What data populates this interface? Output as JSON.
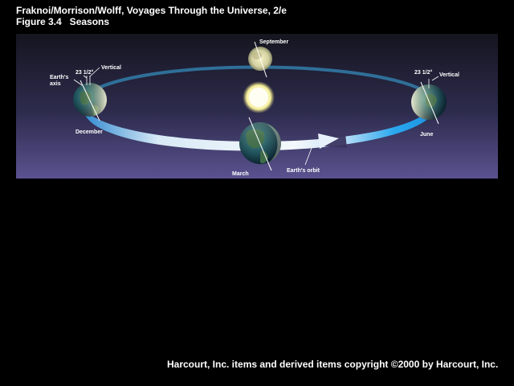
{
  "header": {
    "line1": "Fraknoi/Morrison/Wolff, Voyages Through the Universe, 2/e",
    "line2": "Figure 3.4   Seasons"
  },
  "diagram": {
    "labels": {
      "september": "September",
      "december": "December",
      "march": "March",
      "june": "June",
      "earths_axis_line1": "Earth's",
      "earths_axis_line2": "axis",
      "tilt_left": "23 1/2°",
      "vertical_left": "Vertical",
      "tilt_right": "23 1/2°",
      "vertical_right": "Vertical",
      "earths_orbit": "Earth's orbit"
    },
    "colors": {
      "background_top": "#1a1a28",
      "background_bottom": "#564e86",
      "orbit_blue": "#2a86d0",
      "sun": "#fffbe0"
    }
  },
  "footer": {
    "copyright": "Harcourt, Inc. items and derived items copyright ©2000 by Harcourt, Inc."
  }
}
